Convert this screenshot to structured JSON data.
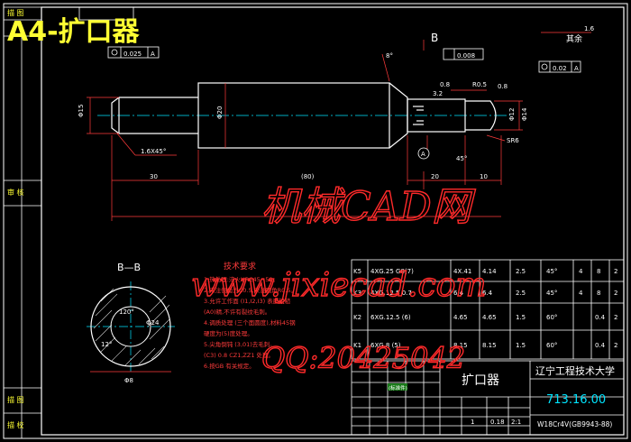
{
  "sheet": {
    "title": "A4-扩口器",
    "colors": {
      "background": "#000000",
      "outline": "#ffffff",
      "dimension": "#ff3b3b",
      "centerline": "#00e5ff",
      "text_yellow": "#ffff00",
      "title_yellow": "#ffff33",
      "watermark": "#ff2a2a",
      "frame": "#ffffff"
    }
  },
  "left_strip": {
    "labels": [
      "描 图",
      "审 核",
      "描 图",
      "描 校"
    ]
  },
  "drawing": {
    "section_label_top": "B",
    "section_view_title": "B—B",
    "dimensions": {
      "tol_pos_1": "0.025",
      "tol_pos_1_ref": "A",
      "tol_pos_2": "0.008",
      "tol_right": "0.02",
      "tol_right_ref": "A",
      "dia_left": "Φ15",
      "dia_main": "Φ20",
      "dia_right_a": "Φ12",
      "dia_right_b": "Φ14",
      "len_left": "30",
      "len_total": "(80)",
      "len_mid": "20",
      "len_right": "10",
      "chamfer": "1.6X45°",
      "radius": "R0.5",
      "rough_1": "0.8",
      "rough_2": "0.8",
      "rough_3": "3.2",
      "angle": "45°",
      "angle2": "8°",
      "right_note": "SR6",
      "datum_a": "A",
      "corner_note": "其余",
      "corner_rough": "1.6",
      "section_dim": "Φ8",
      "section_dim_top": "Φ24",
      "section_angle": "120°",
      "section_angle2": "12°"
    }
  },
  "tech_req": {
    "title": "技术要求",
    "lines": [
      "1.热处理:淬火HRC45~50。",
      "2.未注倒角为C0.5,未注圆角R0.5。",
      "3.允许工作面 (I1,I2,I3)  表面粗糙",
      "  (A0)精,不许有裂纹毛刺。",
      "4.调质处理 (三个面圆度),材料45钢",
      "  硬度为(5)度处理。",
      "5.尖角倒钝  (3,01)去毛刺。",
      "  (C3) 0.8 CZ1,ZZ1 处理。",
      "6.按GB  有关规定。"
    ]
  },
  "param_table": {
    "rows": [
      [
        "K5",
        "4XG.25 G8(7)",
        "4X.41",
        "4.14",
        "2.5",
        "45°",
        "4",
        "8",
        "2"
      ],
      [
        "K3",
        "4XG.12.5 0.7",
        "6.4",
        "6.4",
        "2.5",
        "45°",
        "4",
        "8",
        "2"
      ],
      [
        "K2",
        "6XG.12.5 (6)",
        "4.65",
        "4.65",
        "1.5",
        "60°",
        "",
        "0.4",
        "2"
      ],
      [
        "K1",
        "6XG.8 (5)",
        "8.15",
        "8.15",
        "1.5",
        "60°",
        "",
        "0.4",
        "2"
      ]
    ]
  },
  "title_block": {
    "part_name": "扩口器",
    "school": "辽宁工程技术大学",
    "drawing_no": "713.16.00",
    "material": "W18Cr4V(GB9943-88)",
    "scale": "2:1",
    "weight": "0.18",
    "sheet_no": "1",
    "stamp": "(标准件)"
  },
  "watermark": {
    "line1": "机械CAD网",
    "line2": "www.jixiecad.com",
    "line3": "QQ:20425042"
  }
}
